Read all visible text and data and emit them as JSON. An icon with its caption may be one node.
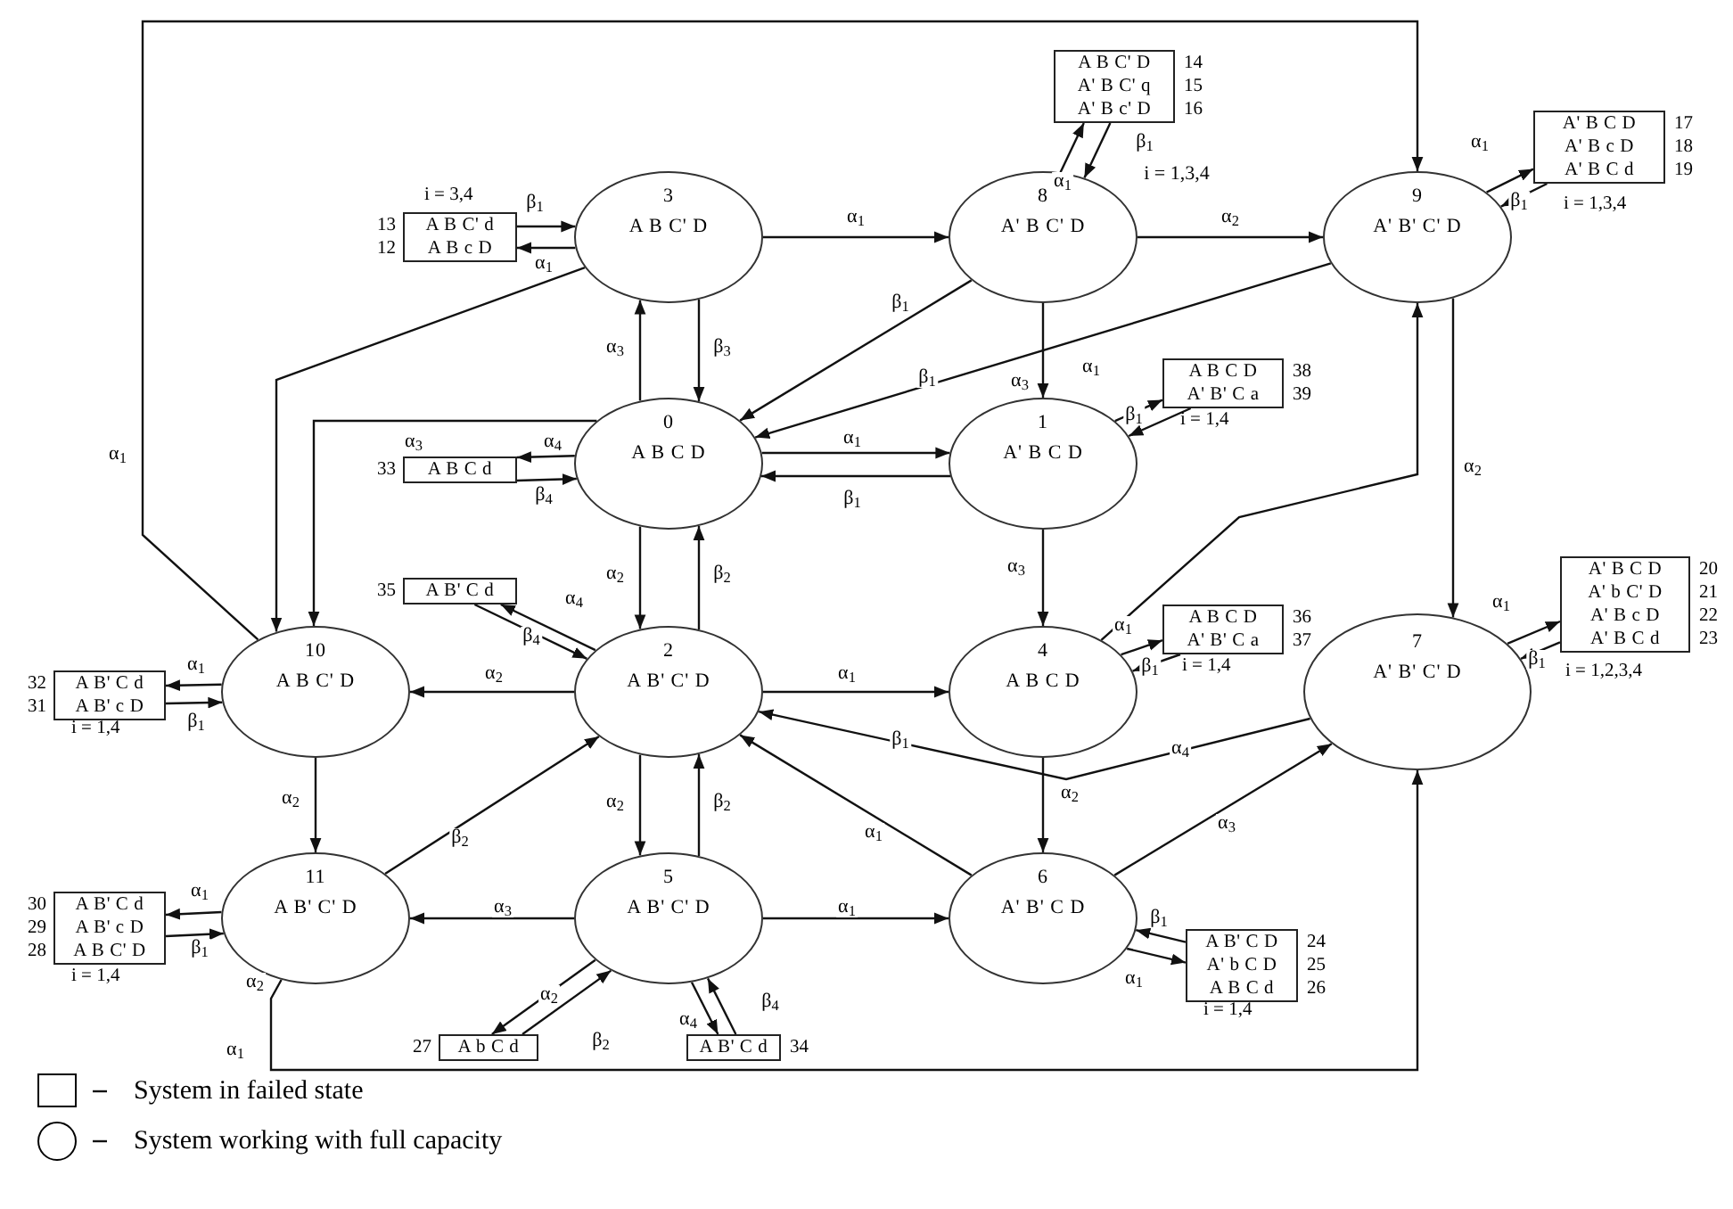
{
  "diagram": {
    "nodes": [
      {
        "text": [
          "A B C' D",
          "A' B C' q",
          "A' B c' D"
        ],
        "beside": [
          "14",
          "15",
          "16"
        ]
      },
      {
        "text": [
          "A' B C D",
          "A' B c D",
          "A' B C d"
        ],
        "beside": [
          "17",
          "18",
          "19",
          "i = 1,3,4"
        ]
      },
      {
        "text": [
          "A B C' d",
          "A B c D"
        ],
        "beside": [
          "13",
          "12",
          "i = 3,4"
        ]
      },
      {
        "text": [
          "3",
          "A B C' D"
        ]
      },
      {
        "text": [
          "8",
          "A' B C' D"
        ]
      },
      {
        "text": [
          "9",
          "A' B' C' D"
        ]
      },
      {
        "text": [
          "A B C D",
          "A' B' C a"
        ],
        "beside": [
          "38",
          "39",
          "i = 1,4"
        ]
      },
      {
        "text": [
          "A B C d"
        ],
        "beside": [
          "33"
        ]
      },
      {
        "text": [
          "0",
          "A B C D"
        ]
      },
      {
        "text": [
          "1",
          "A' B C D"
        ]
      },
      {
        "text": [
          "A B' C d"
        ],
        "beside": [
          "35"
        ]
      },
      {
        "text": [
          "A B C D",
          "A' B' C a"
        ],
        "beside": [
          "36",
          "37",
          "i = 1,4"
        ]
      },
      {
        "text": [
          "A' B C D",
          "A' b C' D",
          "A' B c D",
          "A' B C d"
        ],
        "beside": [
          "20",
          "21",
          "22",
          "23",
          "i = 1,2,3,4"
        ]
      },
      {
        "text": [
          "A B' C d",
          "A B' c D"
        ],
        "beside": [
          "32",
          "31",
          "i = 1,4"
        ]
      },
      {
        "text": [
          "10",
          "A B C' D"
        ]
      },
      {
        "text": [
          "2",
          "A B' C' D"
        ]
      },
      {
        "text": [
          "4",
          "A B C D"
        ]
      },
      {
        "text": [
          "7",
          "A' B' C' D"
        ]
      },
      {
        "text": [
          "A B' C d",
          "A B' c D",
          "A B C' D"
        ],
        "beside": [
          "30",
          "29",
          "28",
          "i = 1,4"
        ]
      },
      {
        "text": [
          "11",
          "A B' C' D"
        ]
      },
      {
        "text": [
          "5",
          "A B' C' D"
        ]
      },
      {
        "text": [
          "6",
          "A' B' C D"
        ]
      },
      {
        "text": [
          "A B' C D",
          "A' b C D",
          "A B C d"
        ],
        "beside": [
          "24",
          "25",
          "26",
          "i = 1,4"
        ]
      },
      {
        "text": [
          "A b C d"
        ],
        "beside": [
          "27"
        ]
      },
      {
        "text": [
          "A B' C d"
        ],
        "beside": [
          "34"
        ]
      }
    ],
    "edges": [
      {
        "from": 3,
        "to": 4,
        "arrow": "to",
        "label": "α$_{1}$"
      },
      {
        "from": 4,
        "to": 5,
        "arrow": "to",
        "label": "α$_{2}$"
      },
      {
        "from": 8,
        "to": 3,
        "arrow": "to",
        "label": "α$_{3}$"
      },
      {
        "from": 3,
        "to": 8,
        "arrow": "to",
        "label": "β$_{3}$"
      },
      {
        "from": 3,
        "to": 14,
        "arrow": "to"
      },
      {
        "from": 4,
        "to": 8,
        "arrow": "to",
        "label": "β$_{1}$"
      },
      {
        "from": 5,
        "to": 8,
        "arrow": "to",
        "label": "β$_{1}$"
      },
      {
        "from": 4,
        "to": 9,
        "arrow": "to",
        "label": "α$_{3}$"
      },
      {
        "from": 8,
        "to": 9,
        "arrow": "to",
        "label": "α$_{1}$"
      },
      {
        "from": 9,
        "to": 8,
        "arrow": "to",
        "label": "β$_{1}$"
      },
      {
        "from": 8,
        "to": 14,
        "arrow": "to"
      },
      {
        "from": 8,
        "to": 15,
        "arrow": "to",
        "label": "α$_{2}$"
      },
      {
        "from": 15,
        "to": 8,
        "arrow": "to",
        "label": "β$_{2}$"
      },
      {
        "from": 8,
        "to": 7,
        "arrow": "to",
        "label": "α$_{4}$"
      },
      {
        "from": 7,
        "to": 8,
        "arrow": "to",
        "label": "β$_{4}$"
      },
      {
        "from": 15,
        "to": 10,
        "arrow": "to",
        "label": "α$_{4}$"
      },
      {
        "from": 10,
        "to": 15,
        "arrow": "to",
        "label": "β$_{4}$"
      },
      {
        "from": 15,
        "to": 14,
        "arrow": "to",
        "label": "α$_{2}$"
      },
      {
        "from": 15,
        "to": 16,
        "arrow": "to",
        "label": "α$_{1}$"
      },
      {
        "from": 9,
        "to": 16,
        "arrow": "to",
        "label": "α$_{3}$"
      },
      {
        "from": 16,
        "to": 5,
        "arrow": "to"
      },
      {
        "from": 16,
        "to": 11,
        "arrow": "to",
        "label": "α$_{1}$"
      },
      {
        "from": 11,
        "to": 16,
        "arrow": "to",
        "label": "β$_{1}$"
      },
      {
        "from": 5,
        "to": 17,
        "arrow": "to",
        "label": "α$_{2}$"
      },
      {
        "from": 17,
        "to": 12,
        "arrow": "to",
        "label": "α$_{1}$"
      },
      {
        "from": 12,
        "to": 17,
        "arrow": "to",
        "label": "β$_{1}$"
      },
      {
        "from": 17,
        "to": 15,
        "arrow": "to",
        "label": "α$_{4}$"
      },
      {
        "from": 16,
        "to": 21,
        "arrow": "to",
        "label": "α$_{2}$"
      },
      {
        "from": 15,
        "to": 20,
        "arrow": "to",
        "label": "α$_{2}$"
      },
      {
        "from": 20,
        "to": 15,
        "arrow": "to",
        "label": "β$_{2}$"
      },
      {
        "from": 21,
        "to": 15,
        "arrow": "to",
        "label": "α$_{1}$"
      },
      {
        "from": 21,
        "to": 17,
        "arrow": "to",
        "label": "α$_{3}$"
      },
      {
        "from": 20,
        "to": 21,
        "arrow": "to",
        "label": "α$_{1}$"
      },
      {
        "from": 20,
        "to": 19,
        "arrow": "to",
        "label": "α$_{3}$"
      },
      {
        "from": 19,
        "to": 15,
        "arrow": "to",
        "label": "β$_{2}$"
      },
      {
        "from": 14,
        "to": 19,
        "arrow": "to",
        "label": "α$_{2}$"
      },
      {
        "from": 14,
        "to": 13,
        "arrow": "to",
        "label": "α$_{1}$"
      },
      {
        "from": 13,
        "to": 14,
        "arrow": "to",
        "label": "β$_{1}$"
      },
      {
        "from": 19,
        "to": 18,
        "arrow": "to",
        "label": "α$_{1}$"
      },
      {
        "from": 18,
        "to": 19,
        "arrow": "to",
        "label": "β$_{1}$"
      },
      {
        "from": 21,
        "to": 22,
        "arrow": "to",
        "label": "α$_{1}$"
      },
      {
        "from": 22,
        "to": 21,
        "arrow": "to",
        "label": "β$_{1}$"
      },
      {
        "from": 20,
        "to": 23,
        "arrow": "to",
        "label": "α$_{2}$"
      },
      {
        "from": 23,
        "to": 20,
        "arrow": "to",
        "label": "β$_{2}$"
      },
      {
        "from": 20,
        "to": 24,
        "arrow": "to",
        "label": "α$_{4}$"
      },
      {
        "from": 24,
        "to": 20,
        "arrow": "to",
        "label": "β$_{4}$"
      },
      {
        "from": 14,
        "to": 5,
        "arrow": "to",
        "label": "α$_{1}$"
      },
      {
        "from": 19,
        "to": 17,
        "arrow": "to",
        "label": "α$_{2}$"
      },
      {
        "from": 4,
        "to": 0,
        "arrow": "to",
        "label": "α$_{1}$"
      },
      {
        "from": 0,
        "to": 4,
        "arrow": "to",
        "label": "β$_{1}$"
      },
      {
        "from": 5,
        "to": 1,
        "arrow": "to",
        "label": "α$_{1}$"
      },
      {
        "from": 1,
        "to": 5,
        "arrow": "to",
        "label": "β$_{1}$"
      },
      {
        "from": 3,
        "to": 2,
        "arrow": "to",
        "label": "α$_{1}$"
      },
      {
        "from": 2,
        "to": 3,
        "arrow": "to",
        "label": "β$_{1}$"
      },
      {
        "from": 9,
        "to": 6,
        "arrow": "to",
        "label": "α$_{1}$"
      },
      {
        "from": 6,
        "to": 9,
        "arrow": "to",
        "label": "β$_{1}$"
      }
    ],
    "labels": [
      "i = 1,3,4",
      "α$_{3}$",
      "β$_{1}$",
      "α$_{1}$"
    ],
    "legend": [
      {
        "text": "System in failed state"
      },
      {
        "text": "System working with full capacity"
      }
    ]
  }
}
